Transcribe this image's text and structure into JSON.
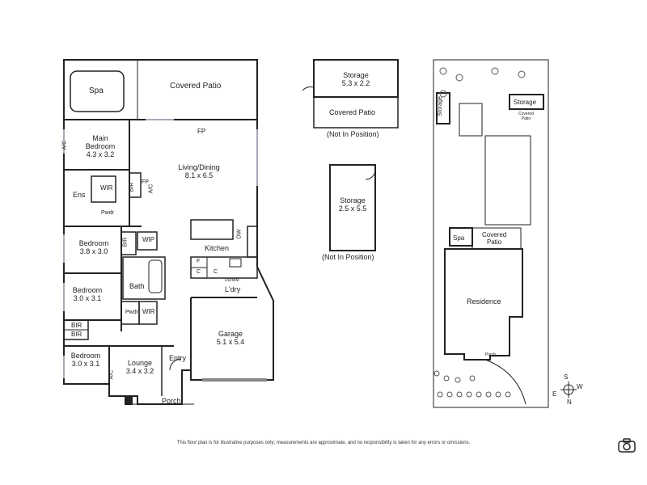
{
  "main_house": {
    "spa": "Spa",
    "covered_patio": "Covered Patio",
    "main_bedroom": {
      "name": "Main",
      "name2": "Bedroom",
      "size": "4.3 x 3.2"
    },
    "ac_main": "A/C",
    "fp_top": "FP",
    "living": {
      "name": "Living/Dining",
      "size": "8.1 x 6.5"
    },
    "ens": "Ens",
    "wir_main": "WIR",
    "bir_main": "BIR",
    "fp_side": "FP",
    "ac_side": "A/C",
    "pwdr_main": "Pwdr",
    "bedroom2": {
      "name": "Bedroom",
      "size": "3.8 x 3.0"
    },
    "bir2": "BIR",
    "wip": "WIP",
    "kitchen": "Kitchen",
    "dw": "DW",
    "f": "F",
    "c1": "C",
    "c2": "C",
    "drwm": "DR/WM",
    "bath": "Bath",
    "laundry": "L'dry",
    "bedroom3": {
      "name": "Bedroom",
      "size": "3.0 x 3.1"
    },
    "pwdr2": "Pwdr",
    "wir2": "WIR",
    "bir3a": "BIR",
    "bir3b": "BIR",
    "garage": {
      "name": "Garage",
      "size": "5.1 x 5.4"
    },
    "bedroom4": {
      "name": "Bedroom",
      "size": "3.0 x 3.1"
    },
    "lounge": {
      "name": "Lounge",
      "size": "3.4 x 3.2"
    },
    "ac_lounge": "A/C",
    "entry": "Entry",
    "porch": "Porch"
  },
  "outbuildings": {
    "storage1": {
      "name": "Storage",
      "size": "5.3 x 2.2"
    },
    "covered_patio": "Covered Patio",
    "not_in_position1": "(Not In Position)",
    "storage2": {
      "name": "Storage",
      "size": "2.5 x 5.5"
    },
    "not_in_position2": "(Not In Position)"
  },
  "site_plan": {
    "storage_left": "Storage",
    "storage_right": "Storage",
    "covered_patio_small": "Covered",
    "covered_patio_small2": "Patio",
    "spa": "Spa",
    "covered_patio": "Covered",
    "covered_patio2": "Patio",
    "residence": "Residence",
    "porch": "Porch"
  },
  "compass": {
    "s": "S",
    "w": "W",
    "e": "E",
    "n": "N"
  },
  "disclaimer": "This floor plan is for illustrative purposes only; measurements are approximate, and no responsibility is taken for any errors or omissions.",
  "icons": {
    "camera": "camera-icon"
  }
}
